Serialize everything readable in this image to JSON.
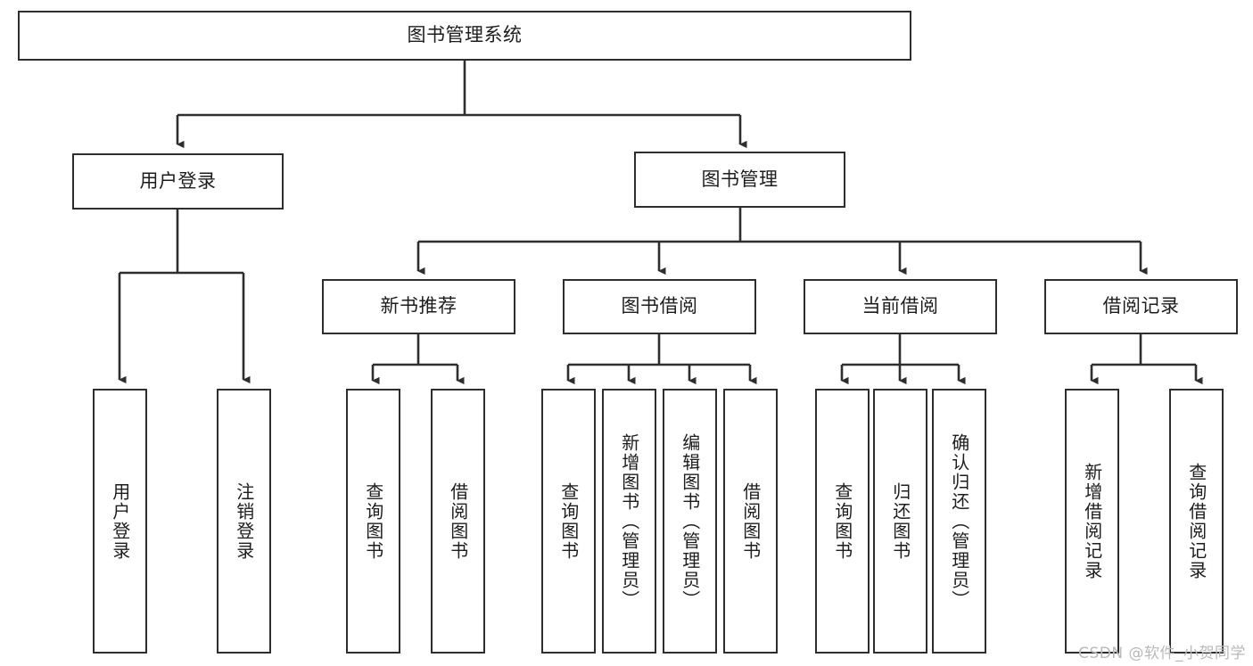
{
  "diagram": {
    "title": "图书管理系统",
    "type": "tree-hierarchy",
    "watermark": "CSDN @软件_小贺同学",
    "colors": {
      "background": "#ffffff",
      "border": "#2e2e2e",
      "text": "#1d1d1d",
      "watermark": "#b9b9b9"
    },
    "root": {
      "label": "图书管理系统"
    },
    "level2": [
      {
        "label": "用户登录"
      },
      {
        "label": "图书管理"
      }
    ],
    "level3": [
      {
        "label": "新书推荐"
      },
      {
        "label": "图书借阅"
      },
      {
        "label": "当前借阅"
      },
      {
        "label": "借阅记录"
      }
    ],
    "leaves": {
      "user_login": [
        {
          "label": "用户登录"
        },
        {
          "label": "注销登录"
        }
      ],
      "new_book_recommend": [
        {
          "label": "查询图书"
        },
        {
          "label": "借阅图书"
        }
      ],
      "book_borrow": [
        {
          "label": "查询图书"
        },
        {
          "label": "新增图书（管理员）"
        },
        {
          "label": "编辑图书（管理员）"
        },
        {
          "label": "借阅图书"
        }
      ],
      "current_borrow": [
        {
          "label": "查询图书"
        },
        {
          "label": "归还图书"
        },
        {
          "label": "确认归还（管理员）"
        }
      ],
      "borrow_record": [
        {
          "label": "新增借阅记录"
        },
        {
          "label": "查询借阅记录"
        }
      ]
    }
  }
}
